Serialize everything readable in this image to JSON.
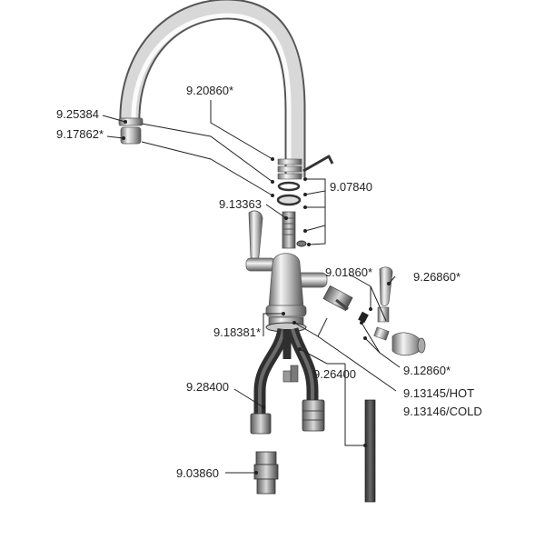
{
  "diagram": {
    "part_labels": {
      "p25384": "9.25384",
      "p17862": "9.17862*",
      "p20860": "9.20860*",
      "p07840": "9.07840",
      "p13363": "9.13363",
      "p01860": "9.01860*",
      "p26860": "9.26860*",
      "p18381": "9.18381*",
      "p12860": "9.12860*",
      "p28400": "9.28400",
      "p26400": "9.26400",
      "p13145": "9.13145/HOT",
      "p13146": "9.13146/COLD",
      "p03860": "9.03860"
    },
    "colors": {
      "chrome_dark": "#5e5e5e",
      "chrome_light": "#f2f2f2",
      "hose_dark": "#3a3a3a",
      "leader_line": "#222222"
    }
  }
}
